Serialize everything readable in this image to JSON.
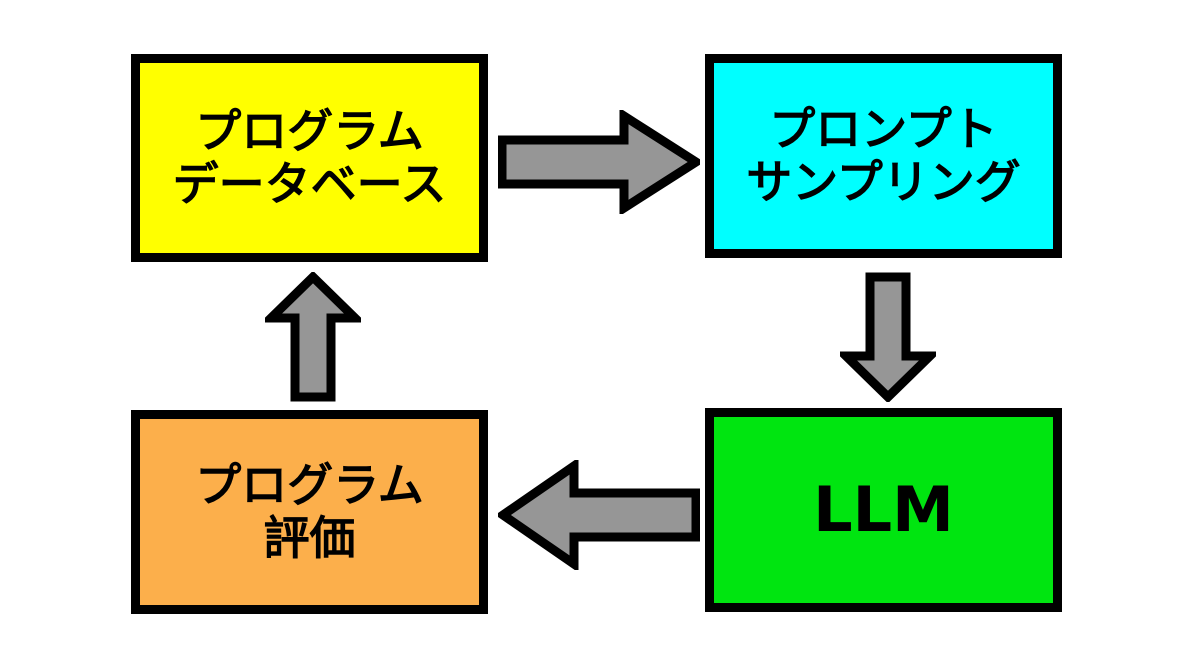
{
  "diagram": {
    "title": "LLM program evolution loop",
    "background_color": "#ffffff",
    "outline_color": "#000000",
    "arrow_fill_color": "#969696",
    "nodes": [
      {
        "id": "program-database",
        "lines": [
          "プログラム",
          "データベース"
        ],
        "fill_color": "#FFFF00",
        "script": "japanese"
      },
      {
        "id": "prompt-sampling",
        "lines": [
          "プロンプト",
          "サンプリング"
        ],
        "fill_color": "#00FFFF",
        "script": "japanese"
      },
      {
        "id": "llm",
        "lines": [
          "LLM"
        ],
        "fill_color": "#00E510",
        "script": "latin"
      },
      {
        "id": "program-evaluation",
        "lines": [
          "プログラム",
          "評価"
        ],
        "fill_color": "#FCAF4B",
        "script": "japanese"
      }
    ],
    "arrows": [
      {
        "id": "db-to-prompt",
        "direction": "right",
        "from": "program-database",
        "to": "prompt-sampling"
      },
      {
        "id": "prompt-to-llm",
        "direction": "down",
        "from": "prompt-sampling",
        "to": "llm"
      },
      {
        "id": "llm-to-eval",
        "direction": "left",
        "from": "llm",
        "to": "program-evaluation"
      },
      {
        "id": "eval-to-db",
        "direction": "up",
        "from": "program-evaluation",
        "to": "program-database"
      }
    ]
  }
}
